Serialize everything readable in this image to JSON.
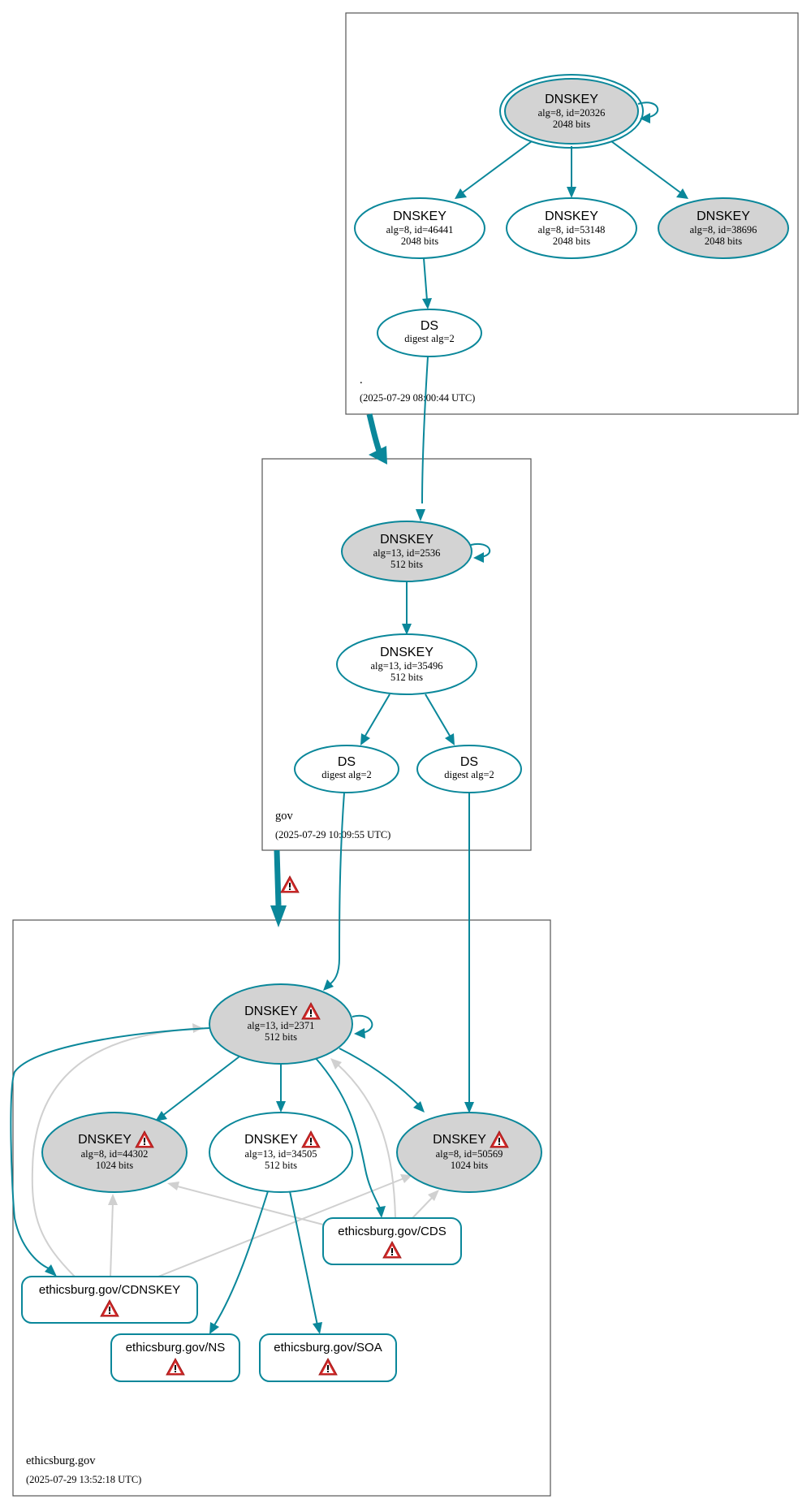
{
  "colors": {
    "edge": "#0a879a",
    "edge_gray": "#d0d0d0",
    "node_fill_sep": "#d3d3d3",
    "node_fill": "#ffffff",
    "warning": "#d42a2a"
  },
  "zones": [
    {
      "id": "root",
      "name": ".",
      "timestamp": "(2025-07-29 08:00:44 UTC)"
    },
    {
      "id": "gov",
      "name": "gov",
      "timestamp": "(2025-07-29 10:09:55 UTC)"
    },
    {
      "id": "ethicsburg",
      "name": "ethicsburg.gov",
      "timestamp": "(2025-07-29 13:52:18 UTC)"
    }
  ],
  "nodes": {
    "root_ksk": {
      "title": "DNSKEY",
      "line1": "alg=8, id=20326",
      "line2": "2048 bits",
      "shaded": true,
      "trust_anchor": true,
      "warning": false
    },
    "root_k46441": {
      "title": "DNSKEY",
      "line1": "alg=8, id=46441",
      "line2": "2048 bits",
      "shaded": false,
      "warning": false
    },
    "root_k53148": {
      "title": "DNSKEY",
      "line1": "alg=8, id=53148",
      "line2": "2048 bits",
      "shaded": false,
      "warning": false
    },
    "root_k38696": {
      "title": "DNSKEY",
      "line1": "alg=8, id=38696",
      "line2": "2048 bits",
      "shaded": true,
      "warning": false
    },
    "root_ds": {
      "title": "DS",
      "line1": "digest alg=2"
    },
    "gov_ksk": {
      "title": "DNSKEY",
      "line1": "alg=13, id=2536",
      "line2": "512 bits",
      "shaded": true,
      "warning": false
    },
    "gov_zsk": {
      "title": "DNSKEY",
      "line1": "alg=13, id=35496",
      "line2": "512 bits",
      "shaded": false,
      "warning": false
    },
    "gov_ds1": {
      "title": "DS",
      "line1": "digest alg=2"
    },
    "gov_ds2": {
      "title": "DS",
      "line1": "digest alg=2"
    },
    "eth_ksk": {
      "title": "DNSKEY",
      "line1": "alg=13, id=2371",
      "line2": "512 bits",
      "shaded": true,
      "warning": true
    },
    "eth_k44302": {
      "title": "DNSKEY",
      "line1": "alg=8, id=44302",
      "line2": "1024 bits",
      "shaded": true,
      "warning": true
    },
    "eth_k34505": {
      "title": "DNSKEY",
      "line1": "alg=13, id=34505",
      "line2": "512 bits",
      "shaded": false,
      "warning": true
    },
    "eth_k50569": {
      "title": "DNSKEY",
      "line1": "alg=8, id=50569",
      "line2": "1024 bits",
      "shaded": true,
      "warning": true
    }
  },
  "rrsets": {
    "cds": {
      "label": "ethicsburg.gov/CDS",
      "warning": true
    },
    "cdnskey": {
      "label": "ethicsburg.gov/CDNSKEY",
      "warning": true
    },
    "ns": {
      "label": "ethicsburg.gov/NS",
      "warning": true
    },
    "soa": {
      "label": "ethicsburg.gov/SOA",
      "warning": true
    }
  },
  "delegations": [
    {
      "from": "root",
      "to": "gov",
      "warning": false
    },
    {
      "from": "gov",
      "to": "ethicsburg",
      "warning": true
    }
  ]
}
